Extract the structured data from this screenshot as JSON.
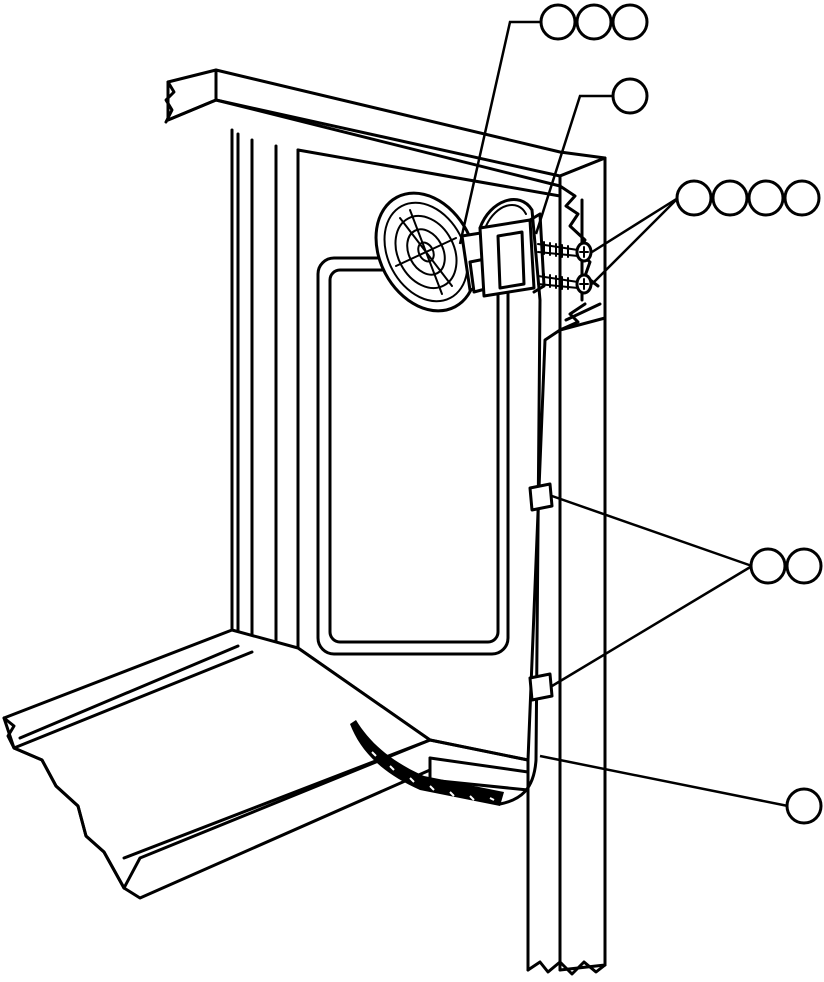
{
  "figure": {
    "background": "#ffffff",
    "line_color": "#000000",
    "callout_groups": [
      {
        "id": "fan-assembly",
        "bubbles": 3
      },
      {
        "id": "mounting-bracket",
        "bubbles": 1
      },
      {
        "id": "mounting-screws",
        "bubbles": 4
      },
      {
        "id": "cable-clips",
        "bubbles": 2
      },
      {
        "id": "power-cable",
        "bubbles": 1
      }
    ]
  }
}
